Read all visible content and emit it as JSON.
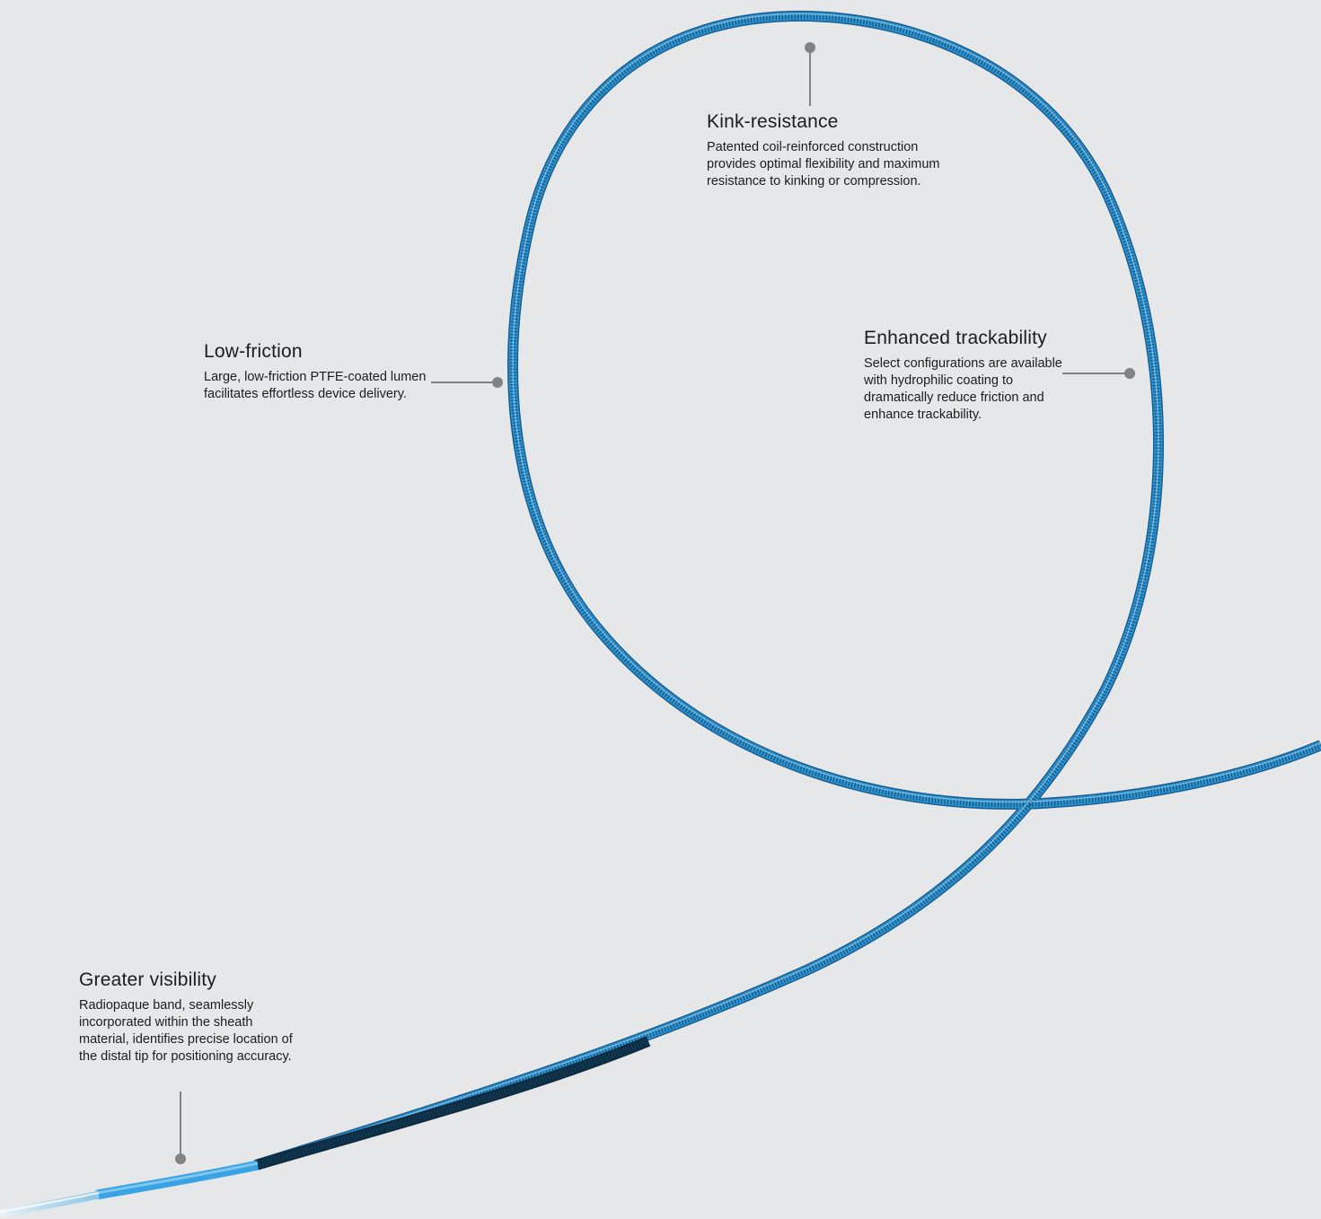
{
  "callouts": {
    "kink": {
      "title": "Kink-resistance",
      "desc": "Patented coil-reinforced construction provides optimal flexibility and maximum resistance to kinking or compression."
    },
    "friction": {
      "title": "Low-friction",
      "desc": "Large, low-friction PTFE-coated lumen facilitates effortless device delivery."
    },
    "trackability": {
      "title": "Enhanced trackability",
      "desc": "Select configurations are available with hydrophilic coating to dramatically reduce friction and enhance trackability."
    },
    "visibility": {
      "title": "Greater visibility",
      "desc": "Radiopaque band, seamlessly incorporated within the sheath material, identifies precise location of the distal tip for positioning accuracy."
    }
  },
  "colors": {
    "background": "#e6e7e8",
    "sheath_blue": "#2a8fd0",
    "sheath_dark": "#0f3550",
    "tip_light": "#cfe4f0",
    "leader_line": "#808284"
  }
}
